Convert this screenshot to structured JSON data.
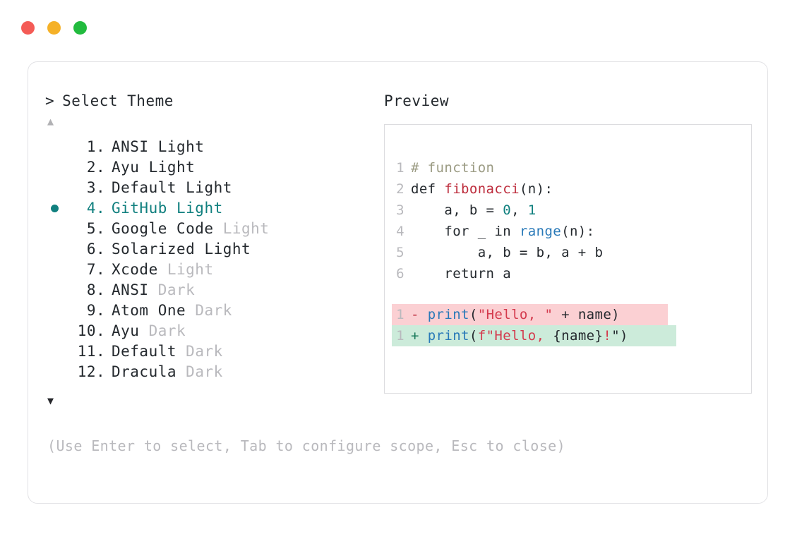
{
  "window": {
    "traffic_lights": [
      {
        "name": "close",
        "color": "#f45b56"
      },
      {
        "name": "minimize",
        "color": "#f5b128"
      },
      {
        "name": "maximize",
        "color": "#22bb3e"
      }
    ]
  },
  "left": {
    "prompt_caret": ">",
    "title": "Select Theme",
    "scroll_up": "▲",
    "scroll_down": "▼",
    "selected_index": 4,
    "items": [
      {
        "index": "1",
        "dot": ".",
        "name": "ANSI",
        "variant": "Light",
        "variant_dim": false,
        "selected": false
      },
      {
        "index": "2",
        "dot": ".",
        "name": "Ayu",
        "variant": "Light",
        "variant_dim": false,
        "selected": false
      },
      {
        "index": "3",
        "dot": ".",
        "name": "Default",
        "variant": "Light",
        "variant_dim": false,
        "selected": false
      },
      {
        "index": "4",
        "dot": ".",
        "name": "GitHub",
        "variant": "Light",
        "variant_dim": false,
        "selected": true
      },
      {
        "index": "5",
        "dot": ".",
        "name": "Google Code",
        "variant": "Light",
        "variant_dim": true,
        "selected": false
      },
      {
        "index": "6",
        "dot": ".",
        "name": "Solarized",
        "variant": "Light",
        "variant_dim": false,
        "selected": false
      },
      {
        "index": "7",
        "dot": ".",
        "name": "Xcode",
        "variant": "Light",
        "variant_dim": true,
        "selected": false
      },
      {
        "index": "8",
        "dot": ".",
        "name": "ANSI",
        "variant": "Dark",
        "variant_dim": true,
        "selected": false
      },
      {
        "index": "9",
        "dot": ".",
        "name": "Atom One",
        "variant": "Dark",
        "variant_dim": true,
        "selected": false
      },
      {
        "index": "10",
        "dot": ".",
        "name": "Ayu",
        "variant": "Dark",
        "variant_dim": true,
        "selected": false
      },
      {
        "index": "11",
        "dot": ".",
        "name": "Default",
        "variant": "Dark",
        "variant_dim": true,
        "selected": false
      },
      {
        "index": "12",
        "dot": ".",
        "name": "Dracula",
        "variant": "Dark",
        "variant_dim": true,
        "selected": false
      }
    ],
    "footer_hint": "(Use Enter to select, Tab to configure scope, Esc to close)"
  },
  "right": {
    "label": "Preview",
    "code_lines": [
      {
        "no": "1",
        "tokens": [
          {
            "t": "# function",
            "c": "comment"
          }
        ]
      },
      {
        "no": "2",
        "tokens": [
          {
            "t": "def ",
            "c": "plain"
          },
          {
            "t": "fibonacci",
            "c": "func"
          },
          {
            "t": "(n):",
            "c": "punct"
          }
        ]
      },
      {
        "no": "3",
        "tokens": [
          {
            "t": "    a, b = ",
            "c": "plain"
          },
          {
            "t": "0",
            "c": "num"
          },
          {
            "t": ", ",
            "c": "plain"
          },
          {
            "t": "1",
            "c": "num"
          }
        ]
      },
      {
        "no": "4",
        "tokens": [
          {
            "t": "    for _ in ",
            "c": "plain"
          },
          {
            "t": "range",
            "c": "builtin"
          },
          {
            "t": "(n):",
            "c": "punct"
          }
        ]
      },
      {
        "no": "5",
        "tokens": [
          {
            "t": "        a, b = b, a + b",
            "c": "plain"
          }
        ]
      },
      {
        "no": "6",
        "tokens": [
          {
            "t": "    return a",
            "c": "plain"
          }
        ]
      }
    ],
    "diff_lines": [
      {
        "no": "1",
        "kind": "minus",
        "sign": "-",
        "tokens": [
          {
            "t": "print",
            "c": "builtin"
          },
          {
            "t": "(",
            "c": "punct"
          },
          {
            "t": "\"Hello, \"",
            "c": "str"
          },
          {
            "t": " + name)",
            "c": "plain"
          }
        ]
      },
      {
        "no": "1",
        "kind": "plus",
        "sign": "+",
        "tokens": [
          {
            "t": "print",
            "c": "builtin"
          },
          {
            "t": "(",
            "c": "punct"
          },
          {
            "t": "f\"Hello, ",
            "c": "str"
          },
          {
            "t": "{name}",
            "c": "plain"
          },
          {
            "t": "!",
            "c": "bang"
          },
          {
            "t": "\")",
            "c": "punct"
          }
        ]
      }
    ]
  },
  "colors": {
    "accent_teal": "#11807f",
    "diff_add_bg": "#ccebda",
    "diff_del_bg": "#fbd0d3",
    "text": "#24292e",
    "muted": "#b9b9bd",
    "border": "#e2e2e5"
  }
}
